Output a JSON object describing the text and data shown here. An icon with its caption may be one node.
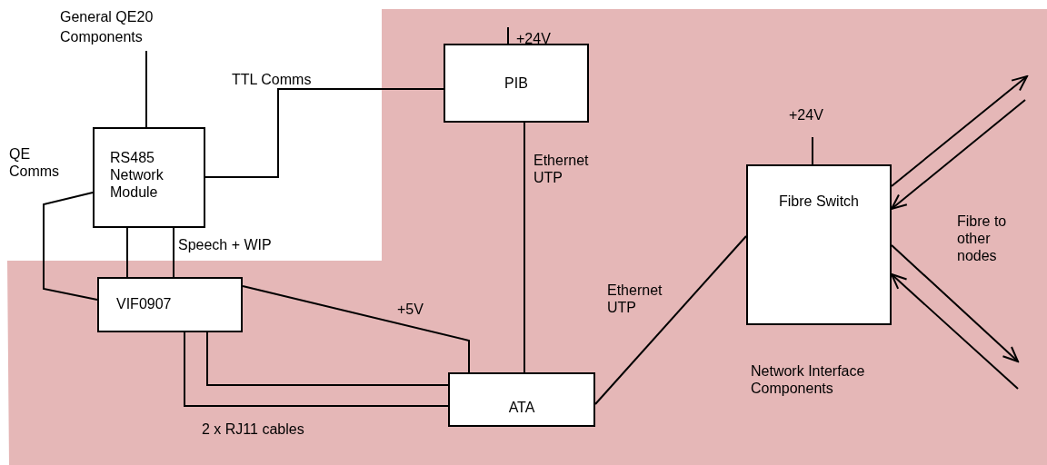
{
  "diagram": {
    "nodes": [
      {
        "text": [
          "General QE20 Components"
        ]
      },
      {
        "text": [
          "RS485 Network Module"
        ]
      },
      {
        "text": [
          "Network Interface Components"
        ]
      },
      {
        "text": [
          "PIB"
        ],
        "in": 2
      },
      {
        "text": [
          "VIF0907"
        ],
        "in": 2
      },
      {
        "text": [
          "ATA"
        ],
        "in": 2
      },
      {
        "text": [
          "Fibre Switch"
        ],
        "in": 2
      }
    ],
    "edges": [
      {
        "from": 0,
        "to": 1,
        "arrow": "none"
      },
      {
        "from": 1,
        "to": 3,
        "arrow": "none",
        "label": "TTL Comms"
      },
      {
        "from": 1,
        "to": 4,
        "arrow": "none",
        "label": "QE Comms"
      },
      {
        "from": 1,
        "to": 4,
        "arrow": "none"
      },
      {
        "from": 1,
        "to": 4,
        "arrow": "none",
        "label": "Speech + WIP"
      },
      {
        "from": 4,
        "to": 5,
        "arrow": "none",
        "label": "+5V"
      },
      {
        "from": 4,
        "to": 5,
        "arrow": "none"
      },
      {
        "from": 4,
        "to": 5,
        "arrow": "none"
      },
      {
        "from": 3,
        "to": 5,
        "arrow": "none",
        "label": "Ethernet UTP"
      },
      {
        "from": 5,
        "to": 6,
        "arrow": "none",
        "label": "Ethernet UTP"
      },
      {
        "from": null,
        "to": 3,
        "arrow": "none",
        "label": "+24V"
      },
      {
        "from": null,
        "to": 6,
        "arrow": "none",
        "label": "+24V"
      },
      {
        "from": 6,
        "to": null,
        "arrow": "to"
      },
      {
        "from": null,
        "to": 6,
        "arrow": "to"
      },
      {
        "from": 6,
        "to": null,
        "arrow": "to"
      },
      {
        "from": null,
        "to": 6,
        "arrow": "to"
      }
    ],
    "labels": [
      "2 x RJ11 cables",
      "Fibre to other nodes"
    ]
  }
}
